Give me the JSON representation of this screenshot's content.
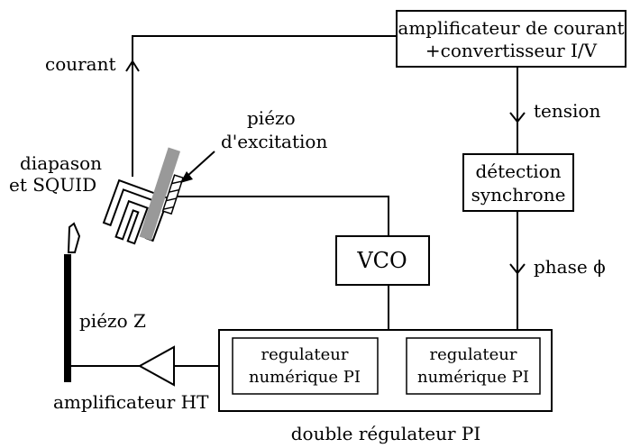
{
  "blocks": {
    "amplificateur_courant": [
      "amplificateur de courant",
      "+convertisseur I/V"
    ],
    "detection": [
      "détection",
      "synchrone"
    ],
    "vco": "VCO",
    "regulateur_left": [
      "regulateur",
      "numérique PI"
    ],
    "regulateur_right": [
      "regulateur",
      "numérique PI"
    ],
    "double_regulateur": "double régulateur PI"
  },
  "labels": {
    "courant": "courant",
    "tension": "tension",
    "phase": "phase ϕ",
    "piezo_excitation": [
      "piézo",
      "d'excitation"
    ],
    "diapason": [
      "diapason",
      "et SQUID"
    ],
    "piezo_z": "piézo Z",
    "amplificateur_ht": "amplificateur HT"
  },
  "colors": {
    "line": "#000000",
    "piezo_fill": "#999999",
    "background": "#ffffff"
  }
}
